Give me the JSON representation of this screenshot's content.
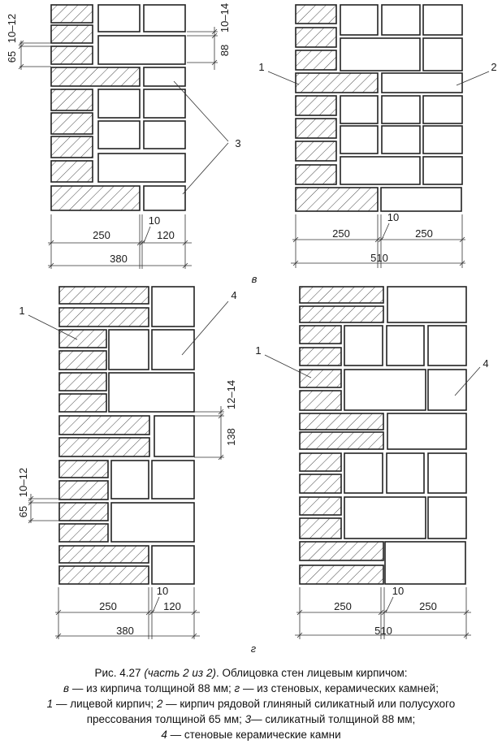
{
  "panels": {
    "v_brick_380": {
      "dims": {
        "joint_left": "10–12",
        "brick_height": "65",
        "joint_right": "10–14",
        "stone_height": "88",
        "face_width": "250",
        "gap": "10",
        "back_width": "120",
        "total": "380"
      },
      "callout": "3"
    },
    "v_brick_510": {
      "dims": {
        "face_width": "250",
        "gap": "10",
        "back_width": "250",
        "total": "510"
      },
      "callouts": [
        "1",
        "2"
      ],
      "label": "в"
    },
    "g_stone_380": {
      "dims": {
        "joint_right": "12–14",
        "stone_height": "138",
        "joint_left": "10–12",
        "brick_height": "65",
        "face_width": "250",
        "gap": "10",
        "back_width": "120",
        "total": "380"
      },
      "callouts": [
        "1",
        "4"
      ]
    },
    "g_stone_510": {
      "dims": {
        "face_width": "250",
        "gap": "10",
        "back_width": "250",
        "total": "510"
      },
      "callouts": [
        "1",
        "4"
      ],
      "label": "г"
    }
  },
  "caption": {
    "l1": [
      "Рис. 4.27 ",
      "(часть 2 из 2)",
      ". Облицовка стен лицевым кирпичом:"
    ],
    "l2": [
      "в",
      " — из кирпича толщиной 88 мм; ",
      "г",
      " — из стеновых, керамических камней;"
    ],
    "l3": [
      "1",
      " — лицевой кирпич; ",
      "2",
      " — кирпич рядовой глиняный силикатный или полусухого"
    ],
    "l4": [
      "прессования толщиной 65 мм; ",
      "3",
      "— силикатный толщиной 88 мм;"
    ],
    "l5": [
      "4",
      " — стеновые керамические камни"
    ]
  }
}
